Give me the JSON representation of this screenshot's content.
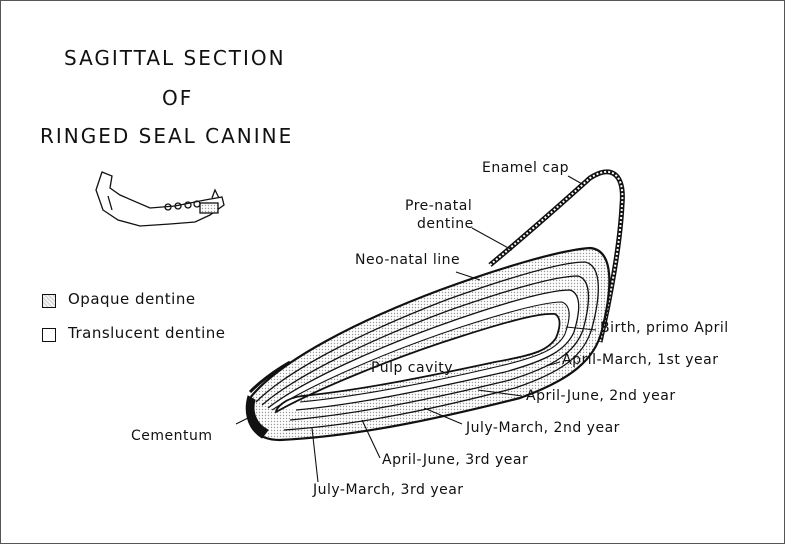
{
  "title": {
    "line1": "SAGITTAL SECTION",
    "line2": "OF",
    "line3": "RINGED SEAL CANINE"
  },
  "legend": {
    "opaque": "Opaque dentine",
    "translucent": "Translucent dentine"
  },
  "labels": {
    "enamel_cap": "Enamel cap",
    "prenatal_1": "Pre-natal",
    "prenatal_2": "dentine",
    "neonatal_line": "Neo-natal line",
    "birth": "Birth, primo April",
    "pulp_cavity": "Pulp cavity",
    "april_march_1": "April-March, 1st year",
    "april_june_2": "April-June, 2nd year",
    "july_march_2": "July-March, 2nd year",
    "cementum": "Cementum",
    "april_june_3": "April-June, 3rd year",
    "july_march_3": "July-March, 3rd year"
  },
  "colors": {
    "ink": "#111111",
    "opaque_fill": "#d8d8d8",
    "background": "#ffffff"
  }
}
